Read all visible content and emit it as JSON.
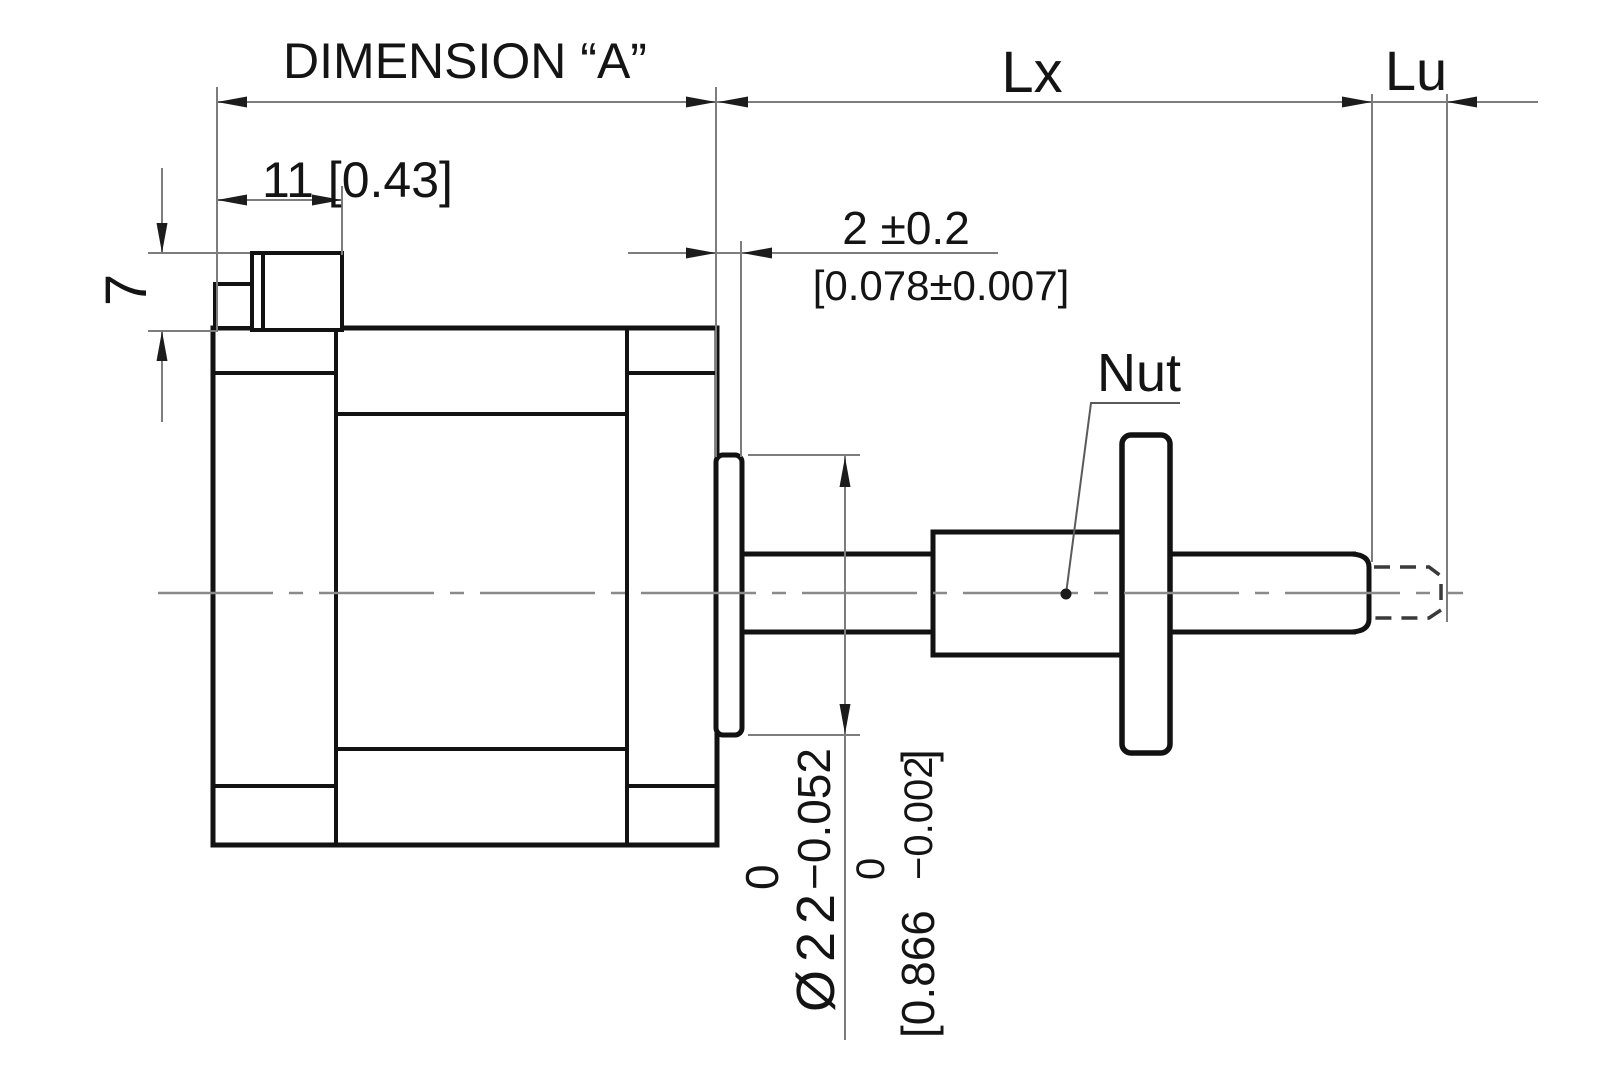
{
  "drawing": {
    "top_dims": {
      "dimension_a": "DIMENSION “A”",
      "lx": "Lx",
      "lu": "Lu"
    },
    "left_dims": {
      "connector_width": "11 [0.43]",
      "connector_height": "7"
    },
    "boss_dims": {
      "metric": "2 ±0.2",
      "inch": "[0.078±0.007]"
    },
    "diameter_dim": {
      "metric_value": "Ø22",
      "metric_upper_tol": "0",
      "metric_lower_tol": "−0.052",
      "inch_open": "[0.866",
      "inch_upper_tol": "0",
      "inch_lower_tol": "−0.002",
      "inch_close": "]"
    },
    "callouts": {
      "nut": "Nut"
    },
    "colors": {
      "object_line": "#121212",
      "dim_line": "#7d7d7d",
      "text_color": "#141414",
      "background": "#ffffff"
    }
  }
}
